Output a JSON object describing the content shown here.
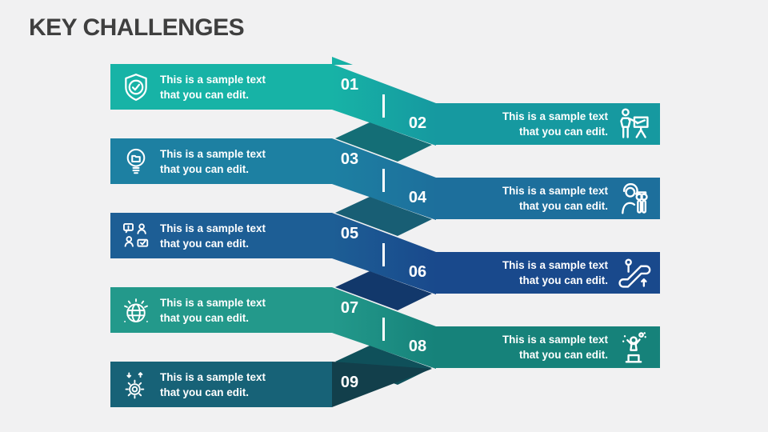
{
  "slide": {
    "title": "KEY CHALLENGES",
    "background_color": "#f1f1f2",
    "title_color": "#3f3f3f"
  },
  "items": [
    {
      "number": "01",
      "side": "left",
      "icon": "shield-check",
      "line1": "This is a sample text",
      "line2": "that you can edit.",
      "color": "#17b3a6"
    },
    {
      "number": "02",
      "side": "right",
      "icon": "presenter-board",
      "line1": "This is a sample text",
      "line2": "that you can edit.",
      "color": "#1699a0"
    },
    {
      "number": "03",
      "side": "left",
      "icon": "idea-bulb-folder",
      "line1": "This is a sample text",
      "line2": "that you can edit.",
      "color": "#1d80a2"
    },
    {
      "number": "04",
      "side": "right",
      "icon": "person-binoculars",
      "line1": "This is a sample text",
      "line2": "that you can edit.",
      "color": "#1d6f9c"
    },
    {
      "number": "05",
      "side": "left",
      "icon": "team-discussion",
      "line1": "This is a sample text",
      "line2": "that you can edit.",
      "color": "#1d5e95"
    },
    {
      "number": "06",
      "side": "right",
      "icon": "escalator-up",
      "line1": "This is a sample text",
      "line2": "that you can edit.",
      "color": "#19498c"
    },
    {
      "number": "07",
      "side": "left",
      "icon": "global-network",
      "line1": "This is a sample text",
      "line2": "that you can edit.",
      "color": "#23998b"
    },
    {
      "number": "08",
      "side": "right",
      "icon": "winner-podium",
      "line1": "This is a sample text",
      "line2": "that you can edit.",
      "color": "#16827a"
    },
    {
      "number": "09",
      "side": "left",
      "icon": "process-gear-arrows",
      "line1": "This is a sample text",
      "line2": "that you can edit.",
      "color": "#176277"
    }
  ],
  "ribbon": {
    "fold_colors": [
      "#146e76",
      "#185e74",
      "#12386b",
      "#0f505a"
    ],
    "end_fold_color": "#123f4b"
  }
}
